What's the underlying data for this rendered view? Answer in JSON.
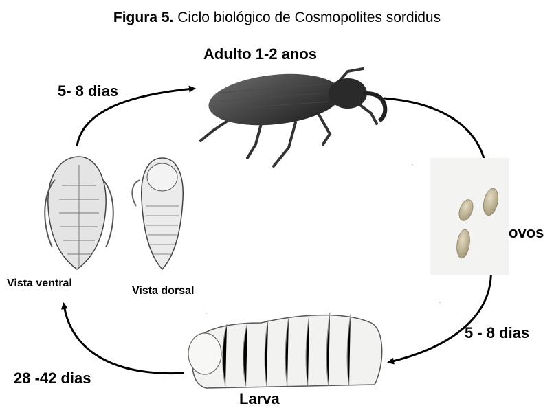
{
  "figure": {
    "caption_prefix": "Figura 5.",
    "caption_text": "Ciclo biológico de Cosmopolites sordidus"
  },
  "stages": {
    "adult": "Adulto 1-2 anos",
    "eggs": "ovos",
    "larva": "Larva",
    "pupa_ventral": "Vista ventral",
    "pupa_dorsal": "Vista dorsal"
  },
  "durations": {
    "pupa_to_adult": "5- 8 dias",
    "eggs_to_larva": "5 - 8 dias",
    "larva_to_pupa": "28 -42 dias"
  }
}
